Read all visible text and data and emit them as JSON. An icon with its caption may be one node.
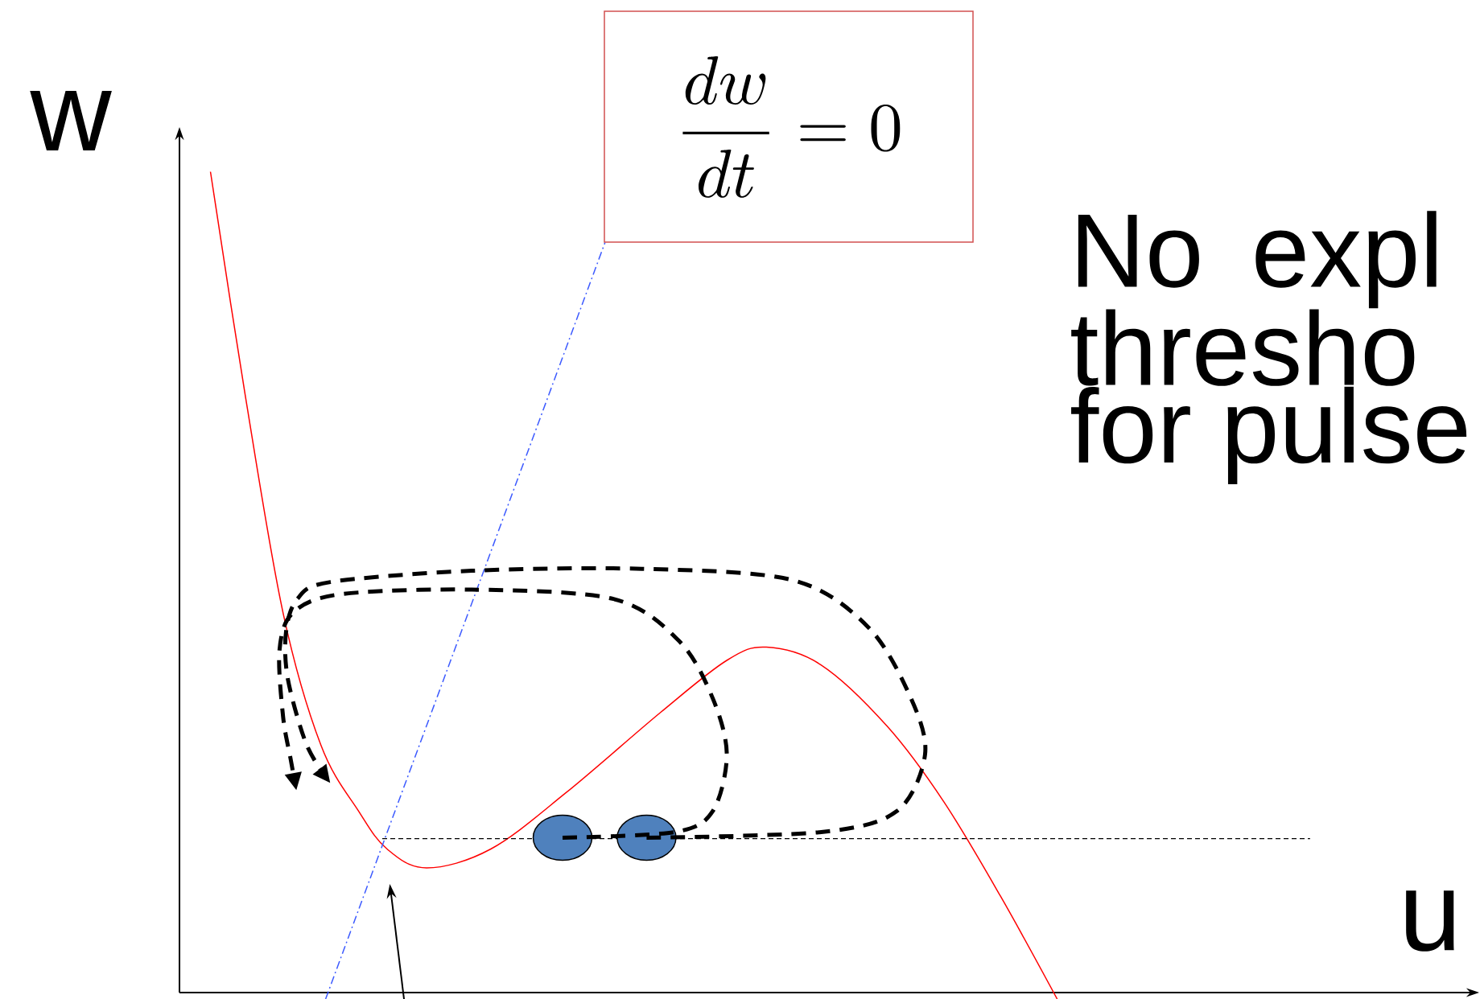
{
  "diagram": {
    "nodes": [
      {
        "text": [
          "\\frac{dw}{dt} = 0"
        ]
      },
      {
        "text": [],
        "shape": "circle"
      },
      {
        "text": [],
        "shape": "circle"
      }
    ],
    "edges": [
      {
        "from": 1,
        "to": null,
        "arrow": "to",
        "style": "dashed"
      },
      {
        "from": 2,
        "to": null,
        "arrow": "to",
        "style": "dashed"
      }
    ],
    "labels": [
      "w",
      "No expl thresho for pulse",
      "u"
    ]
  }
}
